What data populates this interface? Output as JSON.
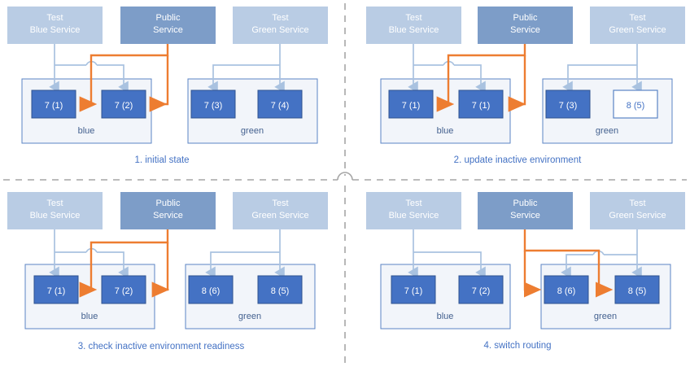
{
  "palette": {
    "test_service_fill": "#b9cce4",
    "public_service_fill": "#7d9dc8",
    "node_fill": "#4472c4",
    "node_stroke": "#2f528f",
    "node_text": "#ffffff",
    "outline_node_fill": "#ffffff",
    "outline_node_text": "#4472c4",
    "env_fill": "#f2f5fa",
    "env_stroke": "#5b84c4",
    "env_text": "#44618f",
    "connector_blue": "#a9c2e0",
    "connector_orange": "#ed7d31",
    "caption_color": "#4472c4",
    "divider_color": "#a6a6a6",
    "background": "#ffffff"
  },
  "services": {
    "test_blue": {
      "line1": "Test",
      "line2": "Blue Service"
    },
    "public": {
      "line1": "Public",
      "line2": "Service"
    },
    "test_green": {
      "line1": "Test",
      "line2": "Green Service"
    }
  },
  "environments": {
    "blue_label": "blue",
    "green_label": "green"
  },
  "panels": [
    {
      "id": "panel-1",
      "caption": "1. initial state",
      "public_routes_to": "blue",
      "blue": {
        "nodes": [
          {
            "label": "7 (1)",
            "style": "filled"
          },
          {
            "label": "7 (2)",
            "style": "filled"
          }
        ]
      },
      "green": {
        "nodes": [
          {
            "label": "7 (3)",
            "style": "filled"
          },
          {
            "label": "7 (4)",
            "style": "filled"
          }
        ]
      }
    },
    {
      "id": "panel-2",
      "caption": "2. update inactive environment",
      "public_routes_to": "blue",
      "blue": {
        "nodes": [
          {
            "label": "7 (1)",
            "style": "filled"
          },
          {
            "label": "7 (1)",
            "style": "filled"
          }
        ]
      },
      "green": {
        "nodes": [
          {
            "label": "7 (3)",
            "style": "filled"
          },
          {
            "label": "8 (5)",
            "style": "outline"
          }
        ]
      }
    },
    {
      "id": "panel-3",
      "caption": "3. check inactive environment readiness",
      "public_routes_to": "blue",
      "blue": {
        "nodes": [
          {
            "label": "7 (1)",
            "style": "filled"
          },
          {
            "label": "7 (2)",
            "style": "filled"
          }
        ]
      },
      "green": {
        "nodes": [
          {
            "label": "8 (6)",
            "style": "filled"
          },
          {
            "label": "8 (5)",
            "style": "filled"
          }
        ]
      }
    },
    {
      "id": "panel-4",
      "caption": "4. switch routing",
      "public_routes_to": "green",
      "blue": {
        "nodes": [
          {
            "label": "7 (1)",
            "style": "filled"
          },
          {
            "label": "7 (2)",
            "style": "filled"
          }
        ]
      },
      "green": {
        "nodes": [
          {
            "label": "8 (6)",
            "style": "filled"
          },
          {
            "label": "8 (5)",
            "style": "filled"
          }
        ]
      }
    }
  ]
}
